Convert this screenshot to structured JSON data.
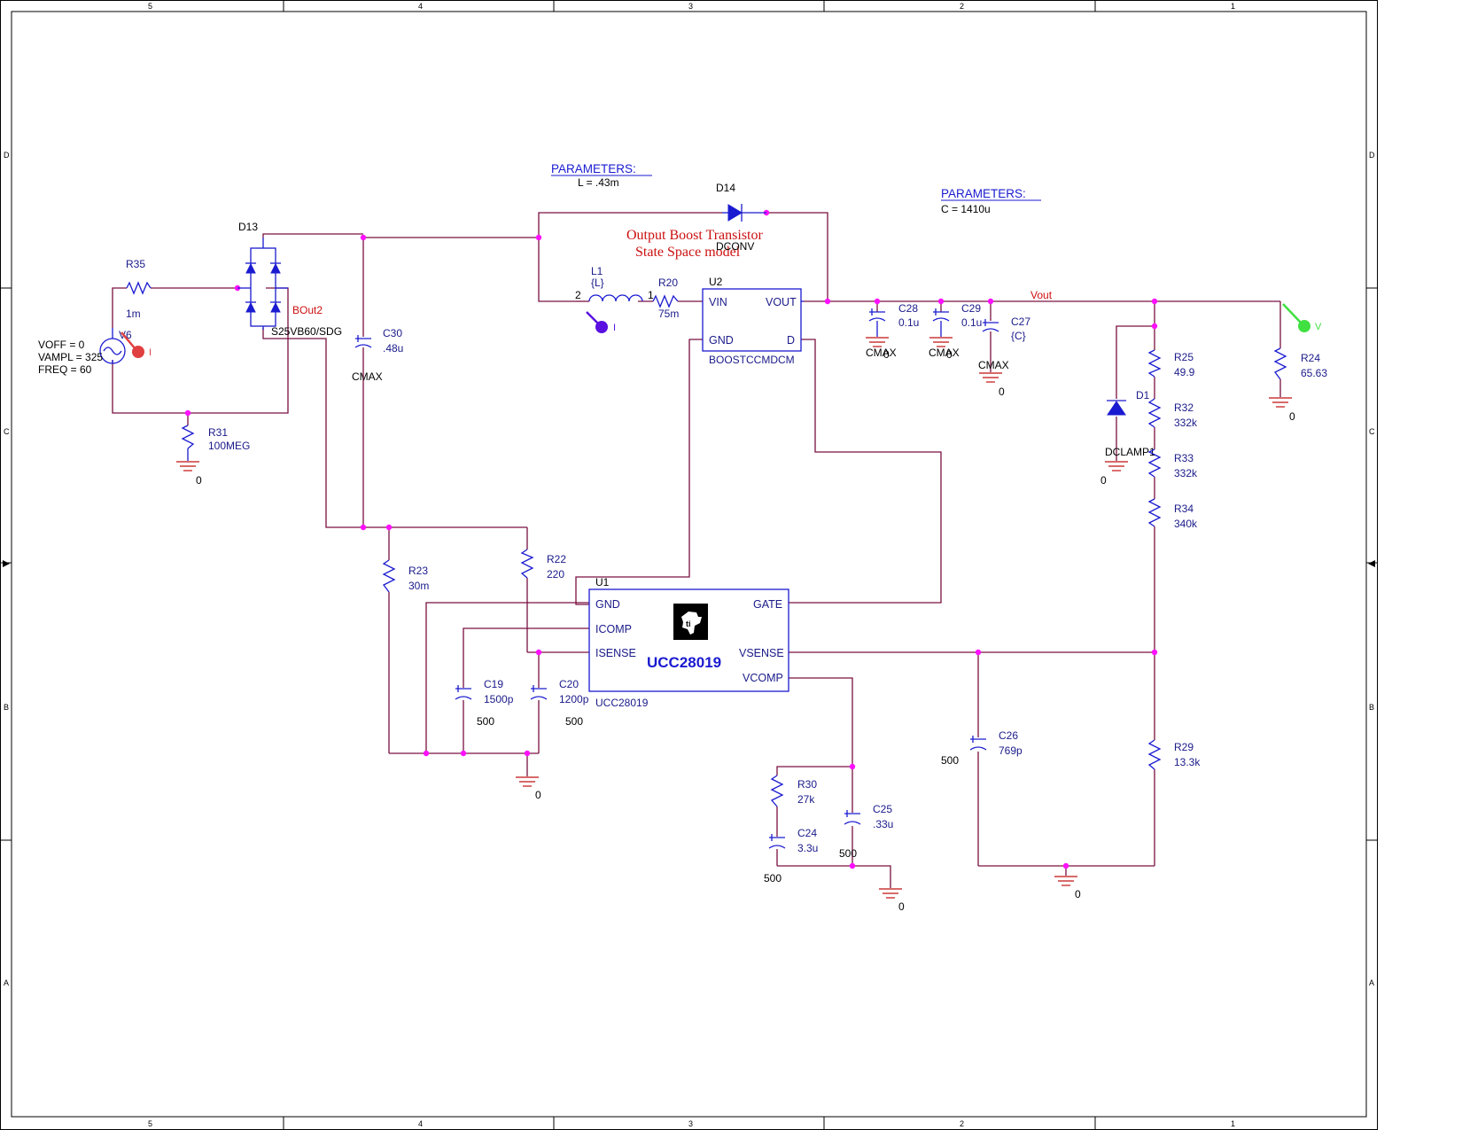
{
  "border": {
    "zones_top": [
      "5",
      "4",
      "3",
      "2",
      "1"
    ],
    "zones_bottom": [
      "5",
      "4",
      "3",
      "2",
      "1"
    ],
    "zones_left": [
      "D",
      "C",
      "B",
      "A"
    ],
    "zones_right": [
      "D",
      "C",
      "B",
      "A"
    ]
  },
  "params_L": {
    "header": "PARAMETERS:",
    "value": "L = .43m"
  },
  "params_C": {
    "header": "PARAMETERS:",
    "value": "C = 1410u"
  },
  "title_text": {
    "line1": "Output Boost Transistor",
    "line2": "State Space model"
  },
  "net_vout": "Vout",
  "net_bout2": "BOut2",
  "source": {
    "ref": "V6",
    "voff": "VOFF = 0",
    "vampl": "VAMPL = 325",
    "freq": "FREQ = 60",
    "probe": "I"
  },
  "r35": {
    "ref": "R35",
    "value": "1m"
  },
  "bridge": {
    "ref": "D13",
    "model": "S25VB60/SDG"
  },
  "r31": {
    "ref": "R31",
    "value": "100MEG",
    "gnd": "0"
  },
  "c30": {
    "ref": "C30",
    "value": ".48u",
    "cmax": "CMAX"
  },
  "d14": {
    "ref": "D14",
    "model": "DCONV"
  },
  "l1": {
    "ref": "L1",
    "value": "{L}",
    "pin2": "2",
    "pin1": "1",
    "probe": "I"
  },
  "r20": {
    "ref": "R20",
    "value": "75m"
  },
  "u2": {
    "ref": "U2",
    "model": "BOOSTCCMDCM",
    "vin": "VIN",
    "vout": "VOUT",
    "gnd": "GND",
    "d": "D"
  },
  "c28": {
    "ref": "C28",
    "value": "0.1u",
    "cmax": "CMAX",
    "gnd": "0"
  },
  "c29": {
    "ref": "C29",
    "value": "0.1u",
    "cmax": "CMAX",
    "gnd": "0"
  },
  "c27": {
    "ref": "C27",
    "value": "{C}",
    "cmax": "CMAX",
    "gnd": "0"
  },
  "r24": {
    "ref": "R24",
    "value": "65.63",
    "gnd": "0",
    "probe": "V"
  },
  "d1": {
    "ref": "D1",
    "model": "DCLAMP1",
    "gnd": "0"
  },
  "r25": {
    "ref": "R25",
    "value": "49.9"
  },
  "r32": {
    "ref": "R32",
    "value": "332k"
  },
  "r33": {
    "ref": "R33",
    "value": "332k"
  },
  "r34": {
    "ref": "R34",
    "value": "340k"
  },
  "r29": {
    "ref": "R29",
    "value": "13.3k"
  },
  "c26": {
    "ref": "C26",
    "value": "769p",
    "ic": "500"
  },
  "r23": {
    "ref": "R23",
    "value": "30m"
  },
  "r22": {
    "ref": "R22",
    "value": "220"
  },
  "c19": {
    "ref": "C19",
    "value": "1500p",
    "ic": "500"
  },
  "c20": {
    "ref": "C20",
    "value": "1200p",
    "ic": "500"
  },
  "u1": {
    "ref": "U1",
    "name": "UCC28019",
    "model": "UCC28019",
    "gnd": "GND",
    "icomp": "ICOMP",
    "isense": "ISENSE",
    "gate": "GATE",
    "vsense": "VSENSE",
    "vcomp": "VCOMP"
  },
  "r30": {
    "ref": "R30",
    "value": "27k"
  },
  "c24": {
    "ref": "C24",
    "value": "3.3u",
    "ic": "500"
  },
  "c25": {
    "ref": "C25",
    "value": ".33u",
    "ic": "500"
  },
  "grounds": {
    "u1_gnd": "0",
    "vcomp_gnd": "0",
    "vsense_gnd": "0"
  },
  "colors": {
    "wire": "#7a1040",
    "component": "#1a1ad0",
    "junction": "#ff10ff",
    "title": "#cc1010",
    "probe_current": "#5a10e0",
    "probe_voltage": "#40e040"
  }
}
